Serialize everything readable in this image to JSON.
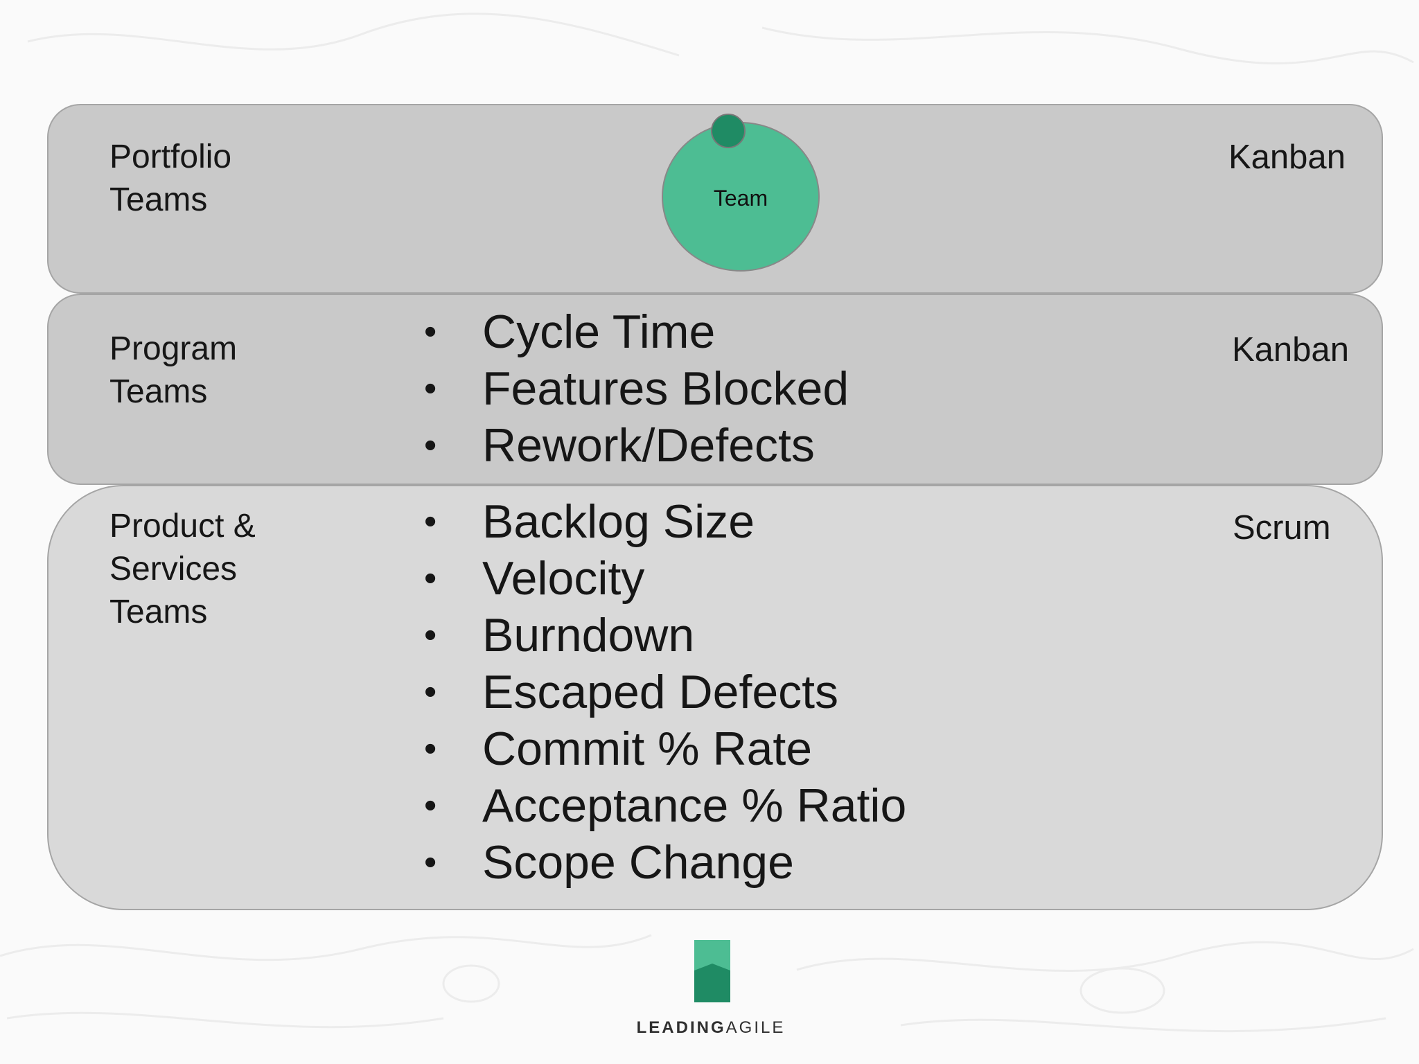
{
  "colors": {
    "band_fill": "#c9c9c9",
    "band_fill_light": "#d9d9d9",
    "team_circle": "#4dbd93",
    "team_dot": "#1f8b64",
    "logo_green_light": "#4dbd93",
    "logo_green_dark": "#1f8b64"
  },
  "tiers": {
    "portfolio": {
      "label": [
        "Portfolio",
        "Teams"
      ],
      "method": "Kanban",
      "team_label": "Team"
    },
    "program": {
      "label": [
        "Program",
        "Teams"
      ],
      "method": "Kanban",
      "metrics": [
        "Cycle Time",
        "Features Blocked",
        "Rework/Defects"
      ]
    },
    "product": {
      "label": [
        "Product &",
        "Services",
        "Teams"
      ],
      "method": "Scrum",
      "metrics": [
        "Backlog Size",
        "Velocity",
        "Burndown",
        "Escaped Defects",
        "Commit % Rate",
        "Acceptance % Ratio",
        "Scope Change"
      ]
    }
  },
  "logo": {
    "icon": "leadingagile-logo-mark",
    "text_part1": "LEADING",
    "text_part2": "AGILE"
  }
}
